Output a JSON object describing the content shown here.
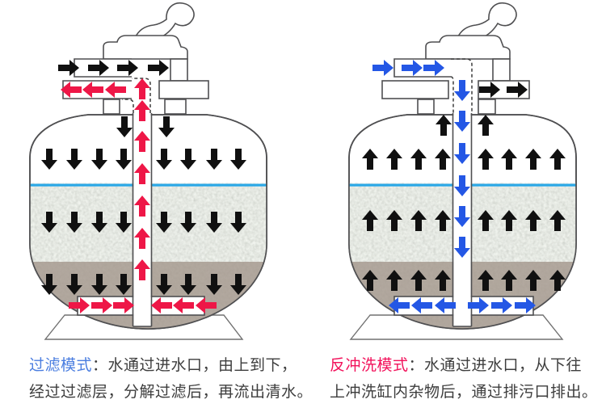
{
  "page": {
    "background": "#ffffff"
  },
  "colors": {
    "outline": "#4f4f51",
    "stand": "#707070",
    "arrow-black": "#101010",
    "arrow-red": "#ee1747",
    "arrow-blue": "#2457e5",
    "water-line": "#2aa7e5",
    "sand": "#dce1d8",
    "gravel": "#a89d92",
    "caption-blue": "#4a7de0",
    "caption-red": "#f2105a",
    "caption-text": "#3d3d3d"
  },
  "diagrams": [
    {
      "id": "filtration",
      "title": "过滤模式",
      "caption_rest": "：水通过进水口，由上到下，",
      "caption_line2": "经过过滤层，分解过滤后，再流出清水。",
      "flow_note_colors": {
        "inlet_arrows": "black",
        "outlet_arrows": "red"
      }
    },
    {
      "id": "backwash",
      "title": "反冲洗模式",
      "caption_rest": "：水通过进水口，从下往",
      "caption_line2": "上冲洗缸内杂物后，通过排污口排出。",
      "flow_note_colors": {
        "inlet_arrows": "blue",
        "outlet_arrows": "black"
      }
    }
  ]
}
